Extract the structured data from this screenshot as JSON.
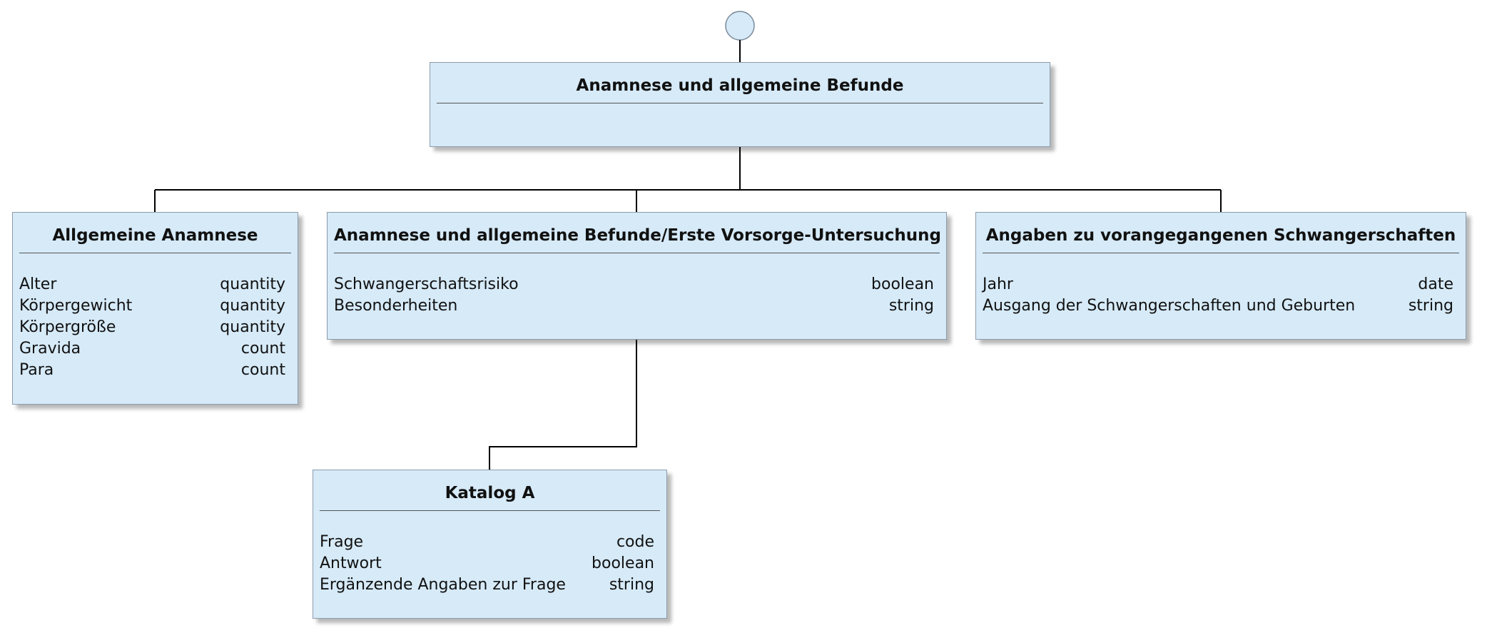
{
  "diagram": {
    "root": {
      "title": "Anamnese und allgemeine Befunde"
    },
    "children": [
      {
        "id": "allgemeine-anamnese",
        "title": "Allgemeine Anamnese",
        "fields": [
          {
            "name": "Alter",
            "type": "quantity"
          },
          {
            "name": "Körpergewicht",
            "type": "quantity"
          },
          {
            "name": "Körpergröße",
            "type": "quantity"
          },
          {
            "name": "Gravida",
            "type": "count"
          },
          {
            "name": "Para",
            "type": "count"
          }
        ]
      },
      {
        "id": "erste-vorsorge",
        "title": "Anamnese und allgemeine Befunde/Erste Vorsorge-Untersuchung",
        "fields": [
          {
            "name": "Schwangerschaftsrisiko",
            "type": "boolean"
          },
          {
            "name": "Besonderheiten",
            "type": "string"
          }
        ]
      },
      {
        "id": "vorangegangene-schwangerschaften",
        "title": "Angaben zu vorangegangenen Schwangerschaften",
        "fields": [
          {
            "name": "Jahr",
            "type": "date"
          },
          {
            "name": "Ausgang der Schwangerschaften und Geburten",
            "type": "string"
          }
        ]
      }
    ],
    "grandchild": {
      "id": "katalog-a",
      "title": "Katalog A",
      "fields": [
        {
          "name": "Frage",
          "type": "code"
        },
        {
          "name": "Antwort",
          "type": "boolean"
        },
        {
          "name": "Ergänzende Angaben zur Frage",
          "type": "string"
        }
      ]
    }
  }
}
